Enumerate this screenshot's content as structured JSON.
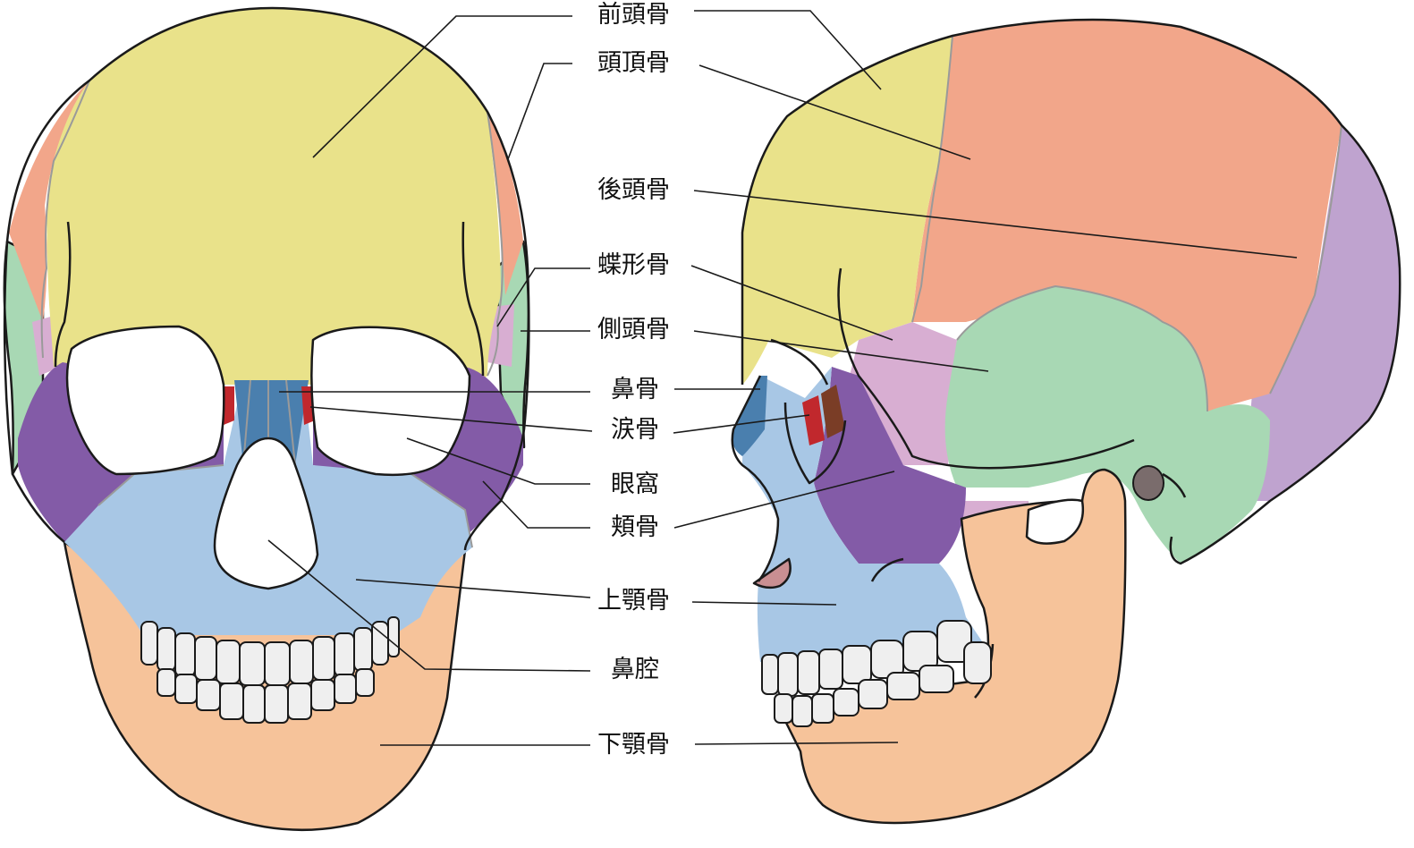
{
  "labels": {
    "frontal": "前頭骨",
    "parietal": "頭頂骨",
    "occipital": "後頭骨",
    "sphenoid": "蝶形骨",
    "temporal": "側頭骨",
    "nasal": "鼻骨",
    "lacrimal": "涙骨",
    "orbit": "眼窩",
    "zygomatic": "頬骨",
    "maxilla": "上顎骨",
    "nasal_cavity": "鼻腔",
    "mandible": "下顎骨"
  },
  "colors": {
    "frontal": "#e9e28a",
    "parietal": "#f2a68a",
    "occipital": "#bfa3cf",
    "sphenoid": "#d8aed2",
    "temporal": "#a8d8b4",
    "nasal": "#4a7fae",
    "lacrimal": "#c1282d",
    "zygomatic": "#835ba7",
    "maxilla": "#a8c7e5",
    "mandible": "#f6c39a",
    "teeth": "#efefef",
    "dark_brown": "#7a3d26",
    "nostril": "#c98f92"
  }
}
